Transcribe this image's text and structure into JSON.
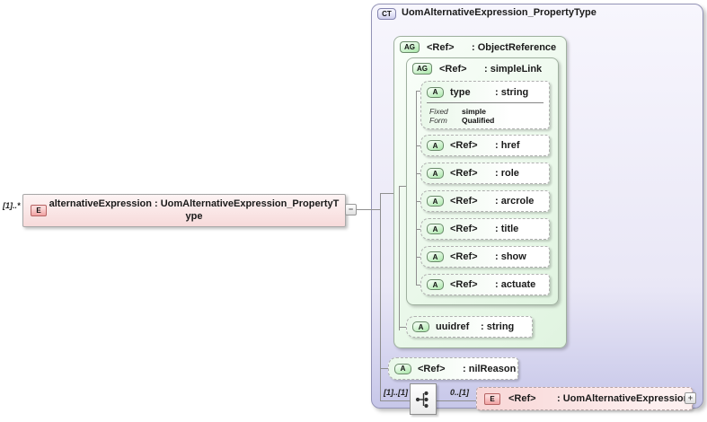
{
  "element": {
    "cardinality": "[1]..*",
    "badge": "E",
    "label": "alternativeExpression : UomAlternativeExpression_PropertyType",
    "collapse_glyph": "−"
  },
  "complex_type": {
    "badge": "CT",
    "title": "UomAlternativeExpression_PropertyType",
    "object_reference": {
      "badge": "AG",
      "name": "<Ref>",
      "type": ": ObjectReference",
      "simple_link": {
        "badge": "AG",
        "name": "<Ref>",
        "type": ": simpleLink",
        "attributes": [
          {
            "badge": "A",
            "name": "type",
            "type": ": string",
            "facts": [
              {
                "label": "Fixed",
                "value": "simple"
              },
              {
                "label": "Form",
                "value": "Qualified"
              }
            ]
          },
          {
            "badge": "A",
            "name": "<Ref>",
            "type": ": href"
          },
          {
            "badge": "A",
            "name": "<Ref>",
            "type": ": role"
          },
          {
            "badge": "A",
            "name": "<Ref>",
            "type": ": arcrole"
          },
          {
            "badge": "A",
            "name": "<Ref>",
            "type": ": title"
          },
          {
            "badge": "A",
            "name": "<Ref>",
            "type": ": show"
          },
          {
            "badge": "A",
            "name": "<Ref>",
            "type": ": actuate"
          }
        ]
      },
      "uuidref": {
        "badge": "A",
        "name": "uuidref",
        "type": ": string"
      }
    },
    "nil_reason": {
      "badge": "A",
      "name": "<Ref>",
      "type": ": nilReason"
    },
    "sequence": {
      "cardinality_left": "[1]..[1]",
      "cardinality_right": "0..[1]",
      "element": {
        "badge": "E",
        "name": "<Ref>",
        "type": ": UomAlternativeExpression",
        "expand_glyph": "+"
      }
    }
  },
  "colors": {
    "element_pink": "#f7dada",
    "complex_type_lavender": "#c7c7e9",
    "group_green": "#e0f4e0",
    "badge_green": "#a9e7a9",
    "badge_pink": "#f0a2a2",
    "connector_gray": "#8f8f8f"
  }
}
